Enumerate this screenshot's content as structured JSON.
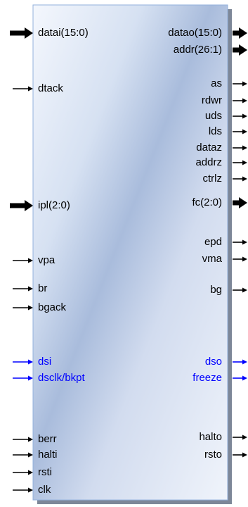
{
  "colors": {
    "signal_default": "#000000",
    "signal_debug": "#0000ff",
    "block_fill_light": "#eef2fa",
    "block_fill_dark": "#9fb4d6",
    "block_border": "#93b1dc",
    "block_shadow": "#7d8798"
  },
  "inputs": [
    {
      "label": "datai(15:0)",
      "bus": true,
      "debug": false
    },
    {
      "label": "dtack",
      "bus": false,
      "debug": false
    },
    {
      "label": "ipl(2:0)",
      "bus": true,
      "debug": false
    },
    {
      "label": "vpa",
      "bus": false,
      "debug": false
    },
    {
      "label": "br",
      "bus": false,
      "debug": false
    },
    {
      "label": "bgack",
      "bus": false,
      "debug": false
    },
    {
      "label": "dsi",
      "bus": false,
      "debug": true
    },
    {
      "label": "dsclk/bkpt",
      "bus": false,
      "debug": true
    },
    {
      "label": "berr",
      "bus": false,
      "debug": false
    },
    {
      "label": "halti",
      "bus": false,
      "debug": false
    },
    {
      "label": "rsti",
      "bus": false,
      "debug": false
    },
    {
      "label": "clk",
      "bus": false,
      "debug": false
    }
  ],
  "outputs": [
    {
      "label": "datao(15:0)",
      "bus": true,
      "debug": false
    },
    {
      "label": "addr(26:1)",
      "bus": true,
      "debug": false
    },
    {
      "label": "as",
      "bus": false,
      "debug": false
    },
    {
      "label": "rdwr",
      "bus": false,
      "debug": false
    },
    {
      "label": "uds",
      "bus": false,
      "debug": false
    },
    {
      "label": "lds",
      "bus": false,
      "debug": false
    },
    {
      "label": "dataz",
      "bus": false,
      "debug": false
    },
    {
      "label": "addrz",
      "bus": false,
      "debug": false
    },
    {
      "label": "ctrlz",
      "bus": false,
      "debug": false
    },
    {
      "label": "fc(2:0)",
      "bus": true,
      "debug": false
    },
    {
      "label": "epd",
      "bus": false,
      "debug": false
    },
    {
      "label": "vma",
      "bus": false,
      "debug": false
    },
    {
      "label": "bg",
      "bus": false,
      "debug": false
    },
    {
      "label": "dso",
      "bus": false,
      "debug": true
    },
    {
      "label": "freeze",
      "bus": false,
      "debug": true
    },
    {
      "label": "halto",
      "bus": false,
      "debug": false
    },
    {
      "label": "rsto",
      "bus": false,
      "debug": false
    }
  ]
}
